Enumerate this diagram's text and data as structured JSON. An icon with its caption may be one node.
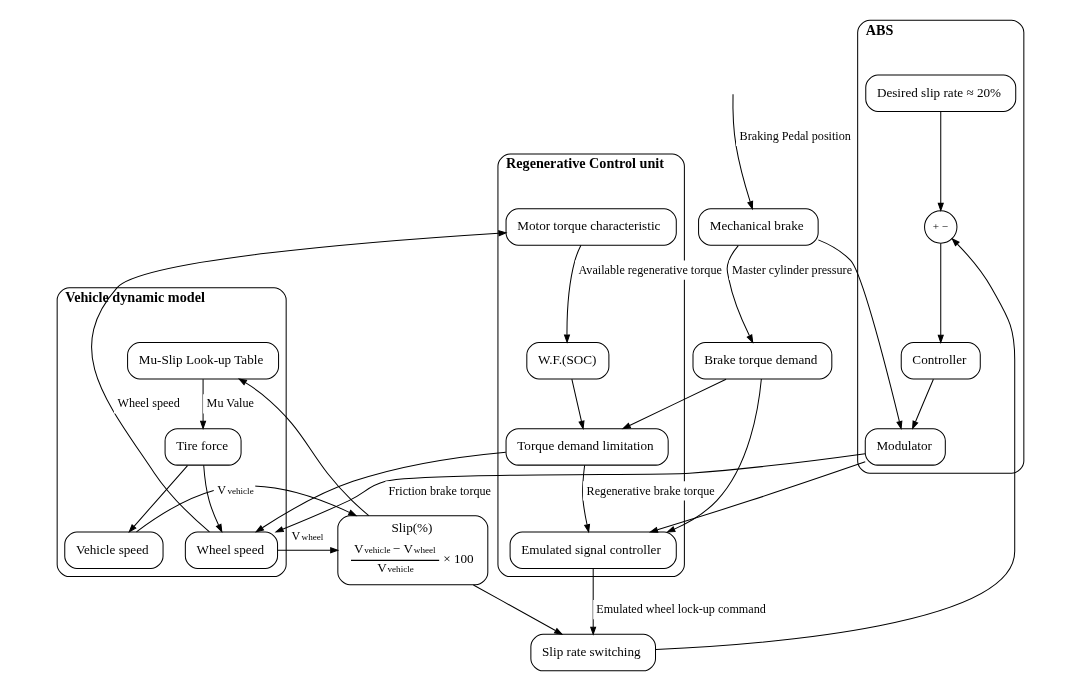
{
  "diagram": {
    "nodes": [
      {
        "text": [
          "Regenerative Control unit"
        ]
      },
      {
        "text": [
          "Motor torque characteristic"
        ],
        "in": 0
      },
      {
        "text": [
          "W.F.(SOC)"
        ],
        "in": 0
      },
      {
        "text": [
          "Torque demand limitation"
        ],
        "in": 0
      },
      {
        "text": [
          "Emulated signal controller"
        ],
        "in": 0
      },
      {
        "text": [
          "Brake torque demand"
        ]
      },
      {
        "text": [
          "Mechanical brake"
        ]
      },
      {
        "text": [
          "ABS"
        ]
      },
      {
        "text": [
          "Modulator"
        ],
        "in": 7
      },
      {
        "text": [
          "Controller"
        ],
        "in": 7
      },
      {
        "text": [
          "Desired slip rate ≈ 20%"
        ],
        "in": 7
      },
      {
        "text": [
          "+",
          "−"
        ],
        "in": 7
      },
      {
        "text": [
          "Vehicle dynamic model"
        ]
      },
      {
        "text": [
          "Wheel speed"
        ],
        "in": 12
      },
      {
        "text": [
          "Mu-Slip Look-up Table"
        ],
        "in": 12
      },
      {
        "text": [
          "Tire force"
        ],
        "in": 12
      },
      {
        "text": [
          "Vehicle speed"
        ],
        "in": 12
      },
      {
        "text": [
          "Slip(%)",
          "V$_{vehicle}$ − V$_{wheel}$",
          "V$_{vehicle}$",
          "× 100"
        ]
      },
      {
        "text": [
          "Slip rate switching"
        ]
      }
    ],
    "edges": [
      {
        "from": null,
        "to": 6,
        "arrow": "to",
        "label": "Braking Pedal position"
      },
      {
        "from": 6,
        "to": 5,
        "arrow": "to",
        "label": "Master cylinder pressure"
      },
      {
        "from": 6,
        "to": 8,
        "arrow": "to"
      },
      {
        "from": 5,
        "to": 3,
        "arrow": "to"
      },
      {
        "from": 5,
        "to": 4,
        "arrow": "to"
      },
      {
        "from": 1,
        "to": 2,
        "arrow": "to",
        "label": "Available regenerative torque"
      },
      {
        "from": 2,
        "to": 3,
        "arrow": "to"
      },
      {
        "from": 3,
        "to": 4,
        "arrow": "to",
        "label": "Regenerative brake torque"
      },
      {
        "from": 3,
        "to": 13,
        "arrow": "to"
      },
      {
        "from": 4,
        "to": 18,
        "arrow": "to",
        "label": "Emulated wheel lock-up command"
      },
      {
        "from": 8,
        "to": 13,
        "arrow": "to",
        "label": "Friction brake torque"
      },
      {
        "from": 8,
        "to": 4,
        "arrow": "to"
      },
      {
        "from": 9,
        "to": 8,
        "arrow": "to"
      },
      {
        "from": 10,
        "to": 11,
        "arrow": "to"
      },
      {
        "from": 11,
        "to": 9,
        "arrow": "to"
      },
      {
        "from": 18,
        "to": 11,
        "arrow": "to"
      },
      {
        "from": 14,
        "to": 15,
        "arrow": "to",
        "label": "Mu Value"
      },
      {
        "from": 15,
        "to": 13,
        "arrow": "to"
      },
      {
        "from": 15,
        "to": 16,
        "arrow": "to"
      },
      {
        "from": 13,
        "to": 1,
        "arrow": "to",
        "label": "Wheel speed"
      },
      {
        "from": 13,
        "to": 17,
        "arrow": "to",
        "label": "V$_{wheel}$"
      },
      {
        "from": 16,
        "to": 17,
        "arrow": "to",
        "label": "V$_{vehicle}$"
      },
      {
        "from": 17,
        "to": 18,
        "arrow": "to"
      },
      {
        "from": 17,
        "to": 14,
        "arrow": "to"
      }
    ]
  }
}
